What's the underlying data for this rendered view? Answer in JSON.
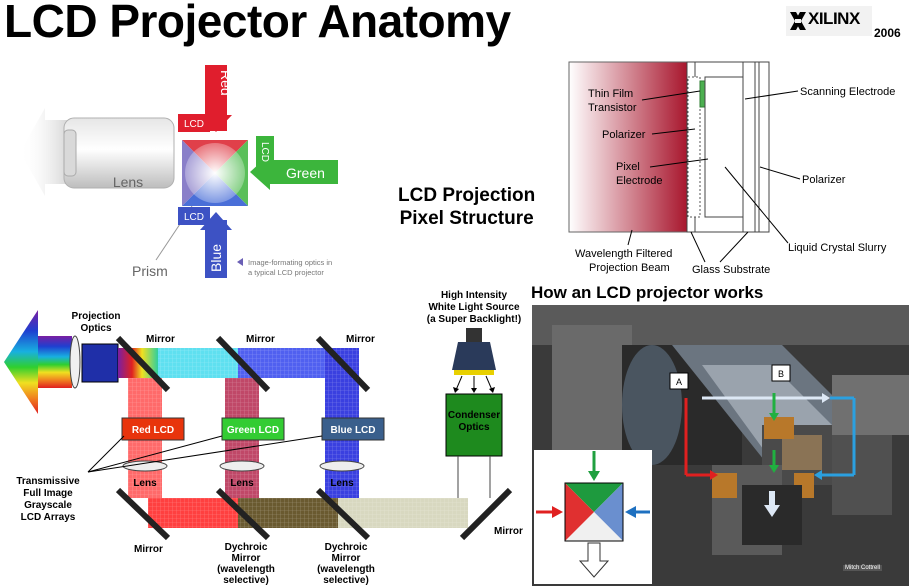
{
  "title": "LCD Projector Anatomy",
  "logo": {
    "brand": "XILINX",
    "year": "2006"
  },
  "prism_diagram": {
    "red": "Red",
    "green": "Green",
    "blue": "Blue",
    "lcd": "LCD",
    "lens": "Lens",
    "prism": "Prism",
    "caption_line1": "Image-formating optics in",
    "caption_line2": "a typical LCD projector"
  },
  "pixel_structure": {
    "title_line1": "LCD Projection",
    "title_line2": "Pixel Structure",
    "labels": {
      "thin_film_1": "Thin Film",
      "thin_film_2": "Transistor",
      "polarizer_left": "Polarizer",
      "pixel_1": "Pixel",
      "pixel_2": "Electrode",
      "scanning": "Scanning Electrode",
      "polarizer_right": "Polarizer",
      "liquid": "Liquid Crystal Slurry",
      "wavelength_1": "Wavelength Filtered",
      "wavelength_2": "Projection Beam",
      "glass": "Glass Substrate"
    }
  },
  "optics_diagram": {
    "projection_optics_1": "Projection",
    "projection_optics_2": "Optics",
    "mirror": "Mirror",
    "red_lcd": "Red LCD",
    "green_lcd": "Green LCD",
    "blue_lcd": "Blue LCD",
    "lens": "Lens",
    "light_source_1": "High Intensity",
    "light_source_2": "White Light Source",
    "light_source_3": "(a Super Backlight!)",
    "condenser_1": "Condenser",
    "condenser_2": "Optics",
    "transmissive_1": "Transmissive",
    "transmissive_2": "Full Image",
    "transmissive_3": "Grayscale",
    "transmissive_4": "LCD Arrays",
    "dychroic_1": "Dychroic",
    "dychroic_2": "Mirror",
    "dychroic_3": "(wavelength",
    "dychroic_4": "selective)"
  },
  "photo": {
    "title": "How an LCD projector works",
    "label_a": "A",
    "label_b": "B",
    "credit": "Mitch Cottrell"
  },
  "colors": {
    "red_lcd": "#e8340c",
    "green_lcd": "#33cc33",
    "blue_lcd": "#3a5f8c",
    "condenser": "#1e8a1e"
  }
}
